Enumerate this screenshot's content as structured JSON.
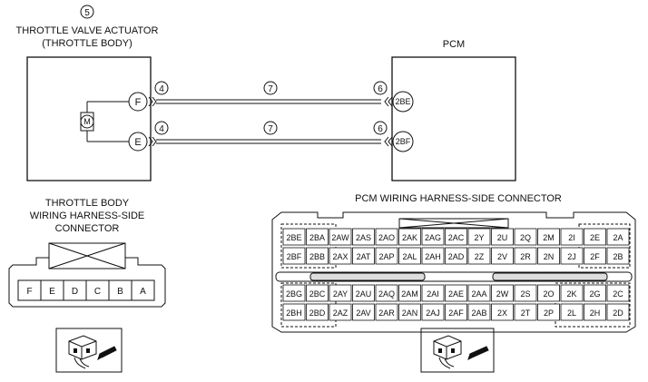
{
  "actuator": {
    "number": "5",
    "title_line1": "THROTTLE VALVE ACTUATOR",
    "title_line2": "(THROTTLE BODY)",
    "motor_label": "M",
    "terminal_f": "F",
    "terminal_e": "E",
    "pin_num_f": "4",
    "pin_num_e": "4"
  },
  "wires": {
    "label_top": "7",
    "label_bottom": "7"
  },
  "pcm": {
    "title": "PCM",
    "terminal_top": "2BE",
    "terminal_bottom": "2BF",
    "pin_num_top": "6",
    "pin_num_bottom": "6"
  },
  "throttle_connector": {
    "title_line1": "THROTTLE BODY",
    "title_line2": "WIRING HARNESS-SIDE",
    "title_line3": "CONNECTOR",
    "pins": [
      "F",
      "E",
      "D",
      "C",
      "B",
      "A"
    ]
  },
  "pcm_connector": {
    "title": "PCM WIRING HARNESS-SIDE CONNECTOR",
    "row1": [
      "2BE",
      "2BA",
      "2AW",
      "2AS",
      "2AO",
      "2AK",
      "2AG",
      "2AC",
      "2Y",
      "2U",
      "2Q",
      "2M",
      "2I",
      "2E",
      "2A"
    ],
    "row2": [
      "2BF",
      "2BB",
      "2AX",
      "2AT",
      "2AP",
      "2AL",
      "2AH",
      "2AD",
      "2Z",
      "2V",
      "2R",
      "2N",
      "2J",
      "2F",
      "2B"
    ],
    "row3": [
      "2BG",
      "2BC",
      "2AY",
      "2AU",
      "2AQ",
      "2AM",
      "2AI",
      "2AE",
      "2AA",
      "2W",
      "2S",
      "2O",
      "2K",
      "2G",
      "2C"
    ],
    "row4": [
      "2BH",
      "2BD",
      "2AZ",
      "2AV",
      "2AR",
      "2AN",
      "2AJ",
      "2AF",
      "2AB",
      "2X",
      "2T",
      "2P",
      "2L",
      "2H",
      "2D"
    ]
  }
}
